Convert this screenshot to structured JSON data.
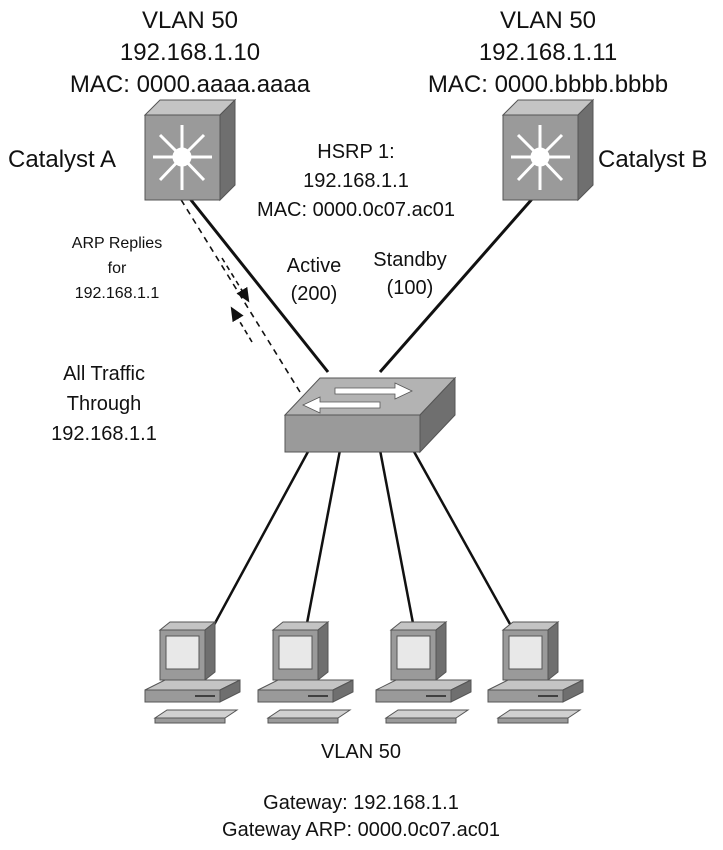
{
  "catalyst_a": {
    "name": "Catalyst A",
    "vlan": "VLAN  50",
    "ip": "192.168.1.10",
    "mac": "MAC: 0000.aaaa.aaaa",
    "role": "Active",
    "priority": "(200)"
  },
  "catalyst_b": {
    "name": "Catalyst B",
    "vlan": "VLAN  50",
    "ip": "192.168.1.11",
    "mac": "MAC: 0000.bbbb.bbbb",
    "role": "Standby",
    "priority": "(100)"
  },
  "hsrp": {
    "group": "HSRP 1:",
    "ip": "192.168.1.1",
    "mac": "MAC: 0000.0c07.ac01"
  },
  "arp": {
    "line1": "ARP Replies",
    "line2": "for",
    "line3": "192.168.1.1"
  },
  "traffic": {
    "line1": "All Traffic",
    "line2": "Through",
    "line3": "192.168.1.1"
  },
  "hosts": {
    "vlan": "VLAN 50",
    "gateway": "Gateway: 192.168.1.1",
    "gateway_arp": "Gateway ARP: 0000.0c07.ac01"
  },
  "colors": {
    "device_gray": "#9a9a9a",
    "device_dark": "#6f6f6f",
    "device_light": "#c4c4c4",
    "line": "#111111"
  }
}
